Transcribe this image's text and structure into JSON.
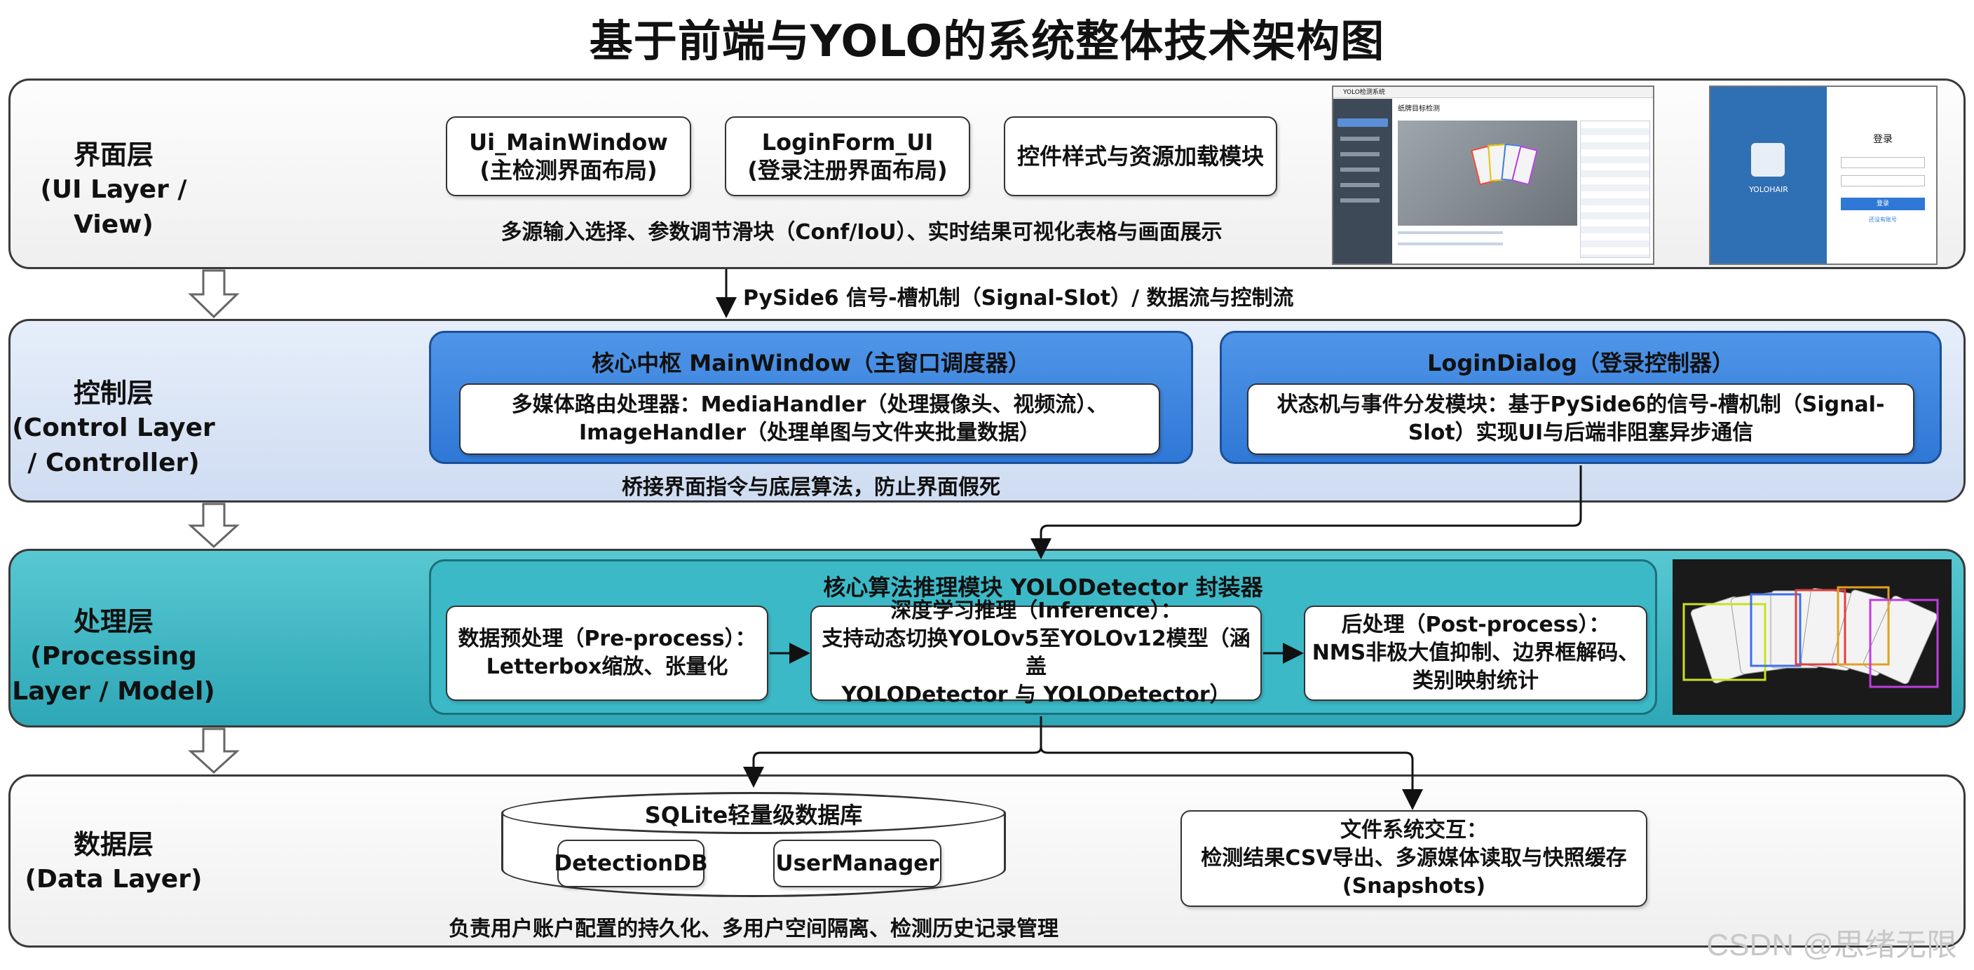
{
  "title": "基于前端与YOLO的系统整体技术架构图",
  "layers": {
    "ui": {
      "label_cn": "界面层",
      "label_en": "(UI Layer / View)",
      "modules": [
        {
          "line1": "Ui_MainWindow",
          "line2": "(主检测界面布局)"
        },
        {
          "line1": "LoginForm_UI",
          "line2": "(登录注册界面布局)"
        },
        {
          "line1": "控件样式与资源加载模块",
          "line2": ""
        }
      ],
      "caption": "多源输入选择、参数调节滑块（Conf/IoU）、实时结果可视化表格与画面展示"
    },
    "signal_caption": "PySide6 信号-槽机制（Signal-Slot）/ 数据流与控制流",
    "control": {
      "label_cn": "控制层",
      "label_en": "(Control Layer / Controller)",
      "main_title": "核心中枢 MainWindow（主窗口调度器）",
      "main_line1": "多媒体路由处理器：MediaHandler（处理摄像头、视频流）、",
      "main_line2": "ImageHandler（处理单图与文件夹批量数据）",
      "login_title": "LoginDialog（登录控制器）",
      "login_line1": "状态机与事件分发模块：基于PySide6的信号-槽机制（Signal-",
      "login_line2": "Slot）实现UI与后端非阻塞异步通信",
      "caption": "桥接界面指令与底层算法，防止界面假死"
    },
    "processing": {
      "label_cn": "处理层",
      "label_en": "(Processing Layer / Model)",
      "title": "核心算法推理模块 YOLODetector 封装器",
      "pre_line1": "数据预处理（Pre-process）：",
      "pre_line2": "Letterbox缩放、张量化",
      "inf_line1": "深度学习推理（Inference）：",
      "inf_line2": "支持动态切换YOLOv5至YOLOv12模型（涵盖",
      "inf_line3": "YOLODetector 与 YOLODetector）",
      "post_line1": "后处理（Post-process）：",
      "post_line2": "NMS非极大值抑制、边界框解码、",
      "post_line3": "类别映射统计"
    },
    "data": {
      "label_cn": "数据层",
      "label_en": "(Data Layer)",
      "db_title": "SQLite轻量级数据库",
      "db_tables": [
        "DetectionDB",
        "UserManager"
      ],
      "caption": "负责用户账户配置的持久化、多用户空间隔离、检测历史记录管理",
      "fs_line1": "文件系统交互：",
      "fs_line2": "检测结果CSV导出、多源媒体读取与快照缓存",
      "fs_line3": "(Snapshots)"
    }
  },
  "screenshots": {
    "main_window_title": "YOLO检测系统",
    "main_view_title": "纸牌目标检测",
    "login_heading": "登录",
    "login_brand": "YOLOHAIR",
    "login_button": "登录",
    "login_link": "还没有账号"
  },
  "watermark": "CSDN @思绪无限",
  "colors": {
    "control_bg": "#dce6f6",
    "control_panel": "#3a86df",
    "processing_bg": "#45bcc9",
    "login_side": "#2f6fb3"
  }
}
